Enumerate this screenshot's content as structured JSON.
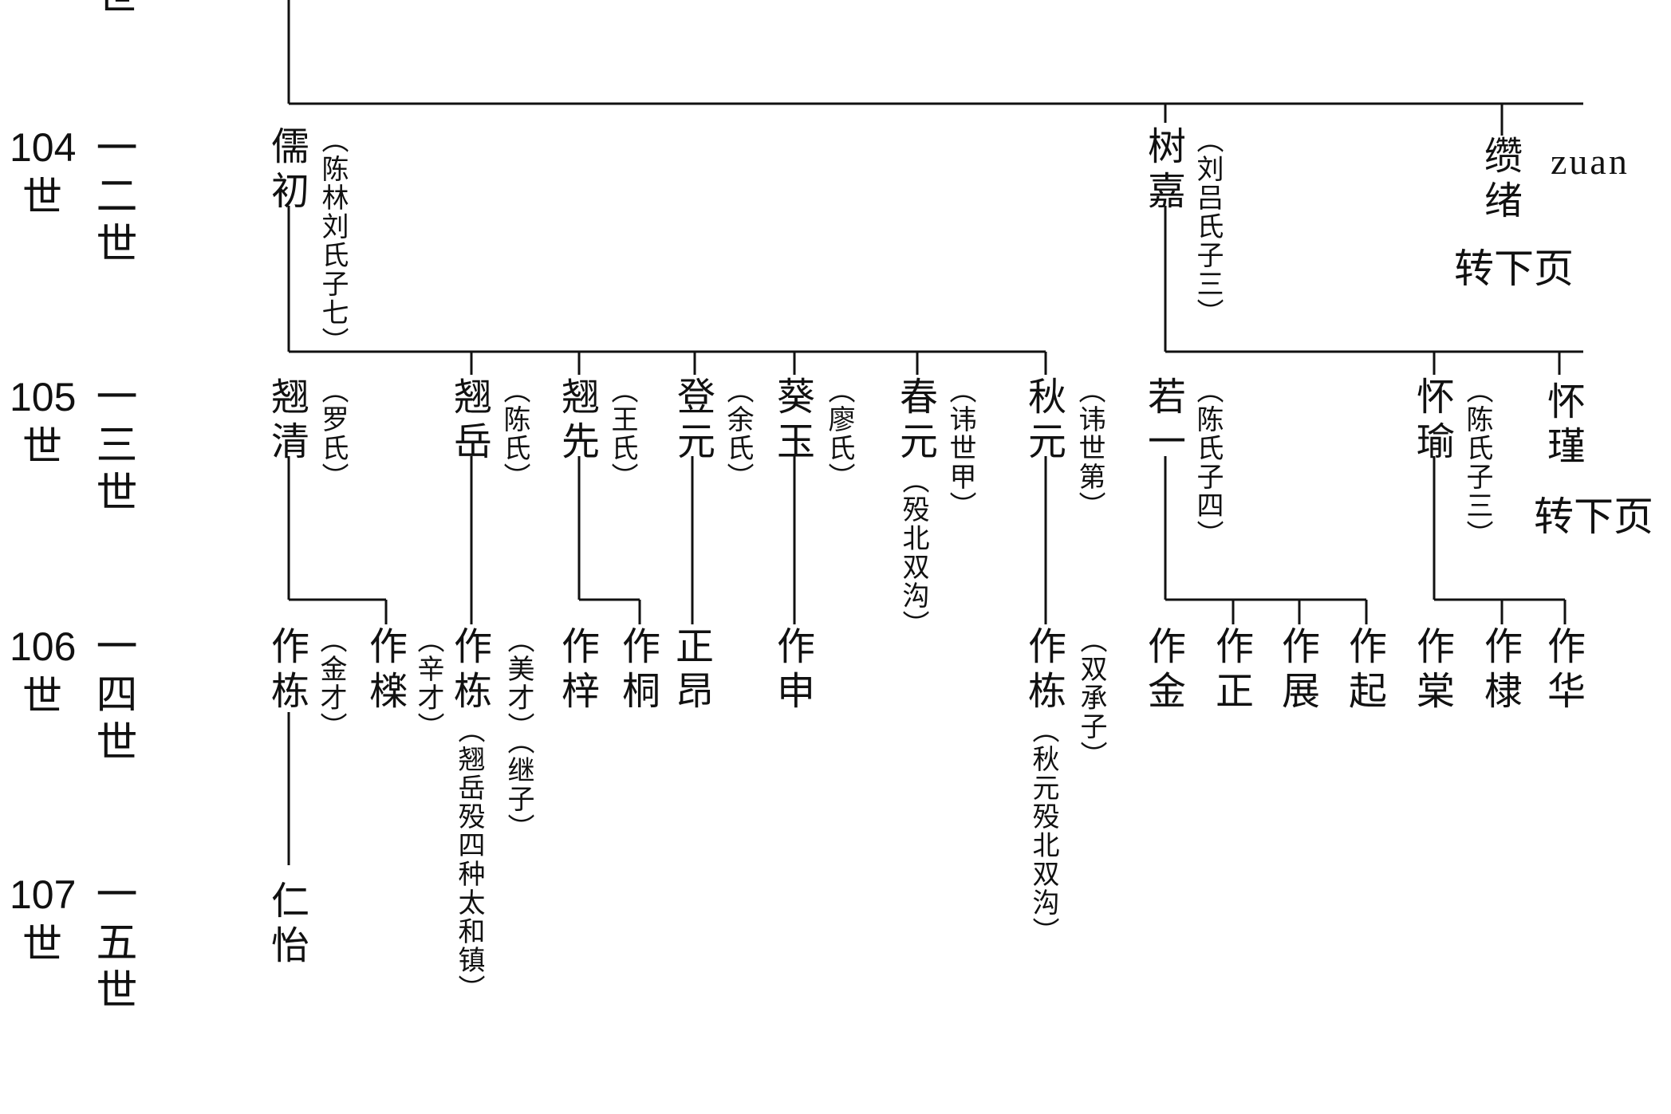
{
  "top_cut": {
    "gen_suffix": "世",
    "note_frag": "）"
  },
  "generations": [
    {
      "num": "104",
      "shi": "世",
      "ord": "一二世"
    },
    {
      "num": "105",
      "shi": "世",
      "ord": "一三世"
    },
    {
      "num": "106",
      "shi": "世",
      "ord": "一四世"
    },
    {
      "num": "107",
      "shi": "世",
      "ord": "一五世"
    }
  ],
  "gen104": {
    "ruchu": {
      "name": "儒初",
      "note": "（陈林刘氏子七）"
    },
    "shujia": {
      "name": "树嘉",
      "note": "（刘吕氏子三）"
    },
    "zuanxu": {
      "name": "缵绪",
      "pinyin": "zuan",
      "cont": "转下页"
    }
  },
  "gen105": {
    "qiqing": {
      "name": "翘清",
      "note": "（罗氏）"
    },
    "qiyue": {
      "name": "翘岳",
      "note": "（陈氏）"
    },
    "qixian": {
      "name": "翘先",
      "note": "（王氏）"
    },
    "dengyuan": {
      "name": "登元",
      "note": "（余氏）"
    },
    "kuiyu": {
      "name": "葵玉",
      "note": "（廖氏）"
    },
    "chunyuan": {
      "name": "春元",
      "note": "（殁北双沟）",
      "note2": "（讳世甲）"
    },
    "qiuyuan": {
      "name": "秋元",
      "note": "（讳世第）"
    },
    "ruoyi": {
      "name": "若一",
      "note": "（陈氏子四）"
    },
    "huaiyu": {
      "name": "怀瑜",
      "note": "（陈氏子三）"
    },
    "huaijin": {
      "name": "怀瑾",
      "cont": "转下页"
    }
  },
  "gen106": {
    "zuodong1": {
      "name": "作栋",
      "note": "（金才）"
    },
    "zuoli": {
      "name": "作檪"
    },
    "xincai_note": "（辛才）",
    "zuodong2": {
      "name": "作栋",
      "note": "（翘岳殁四种太和镇）"
    },
    "meicai_note": "（美才）（继子）",
    "zuozi": {
      "name": "作梓"
    },
    "zuotong": {
      "name": "作桐"
    },
    "zhengang": {
      "name": "正昂"
    },
    "zuoshen": {
      "name": "作申"
    },
    "zuodong3": {
      "name": "作栋",
      "note": "（秋元殁北双沟）"
    },
    "shuangcheng_note": "（双承子）",
    "zuojin": {
      "name": "作金"
    },
    "zuozheng": {
      "name": "作正"
    },
    "zuozhan": {
      "name": "作展"
    },
    "zuoqi": {
      "name": "作起"
    },
    "zuotang": {
      "name": "作棠"
    },
    "zuodi": {
      "name": "作棣"
    },
    "zuohua": {
      "name": "作华"
    }
  },
  "gen107": {
    "renyi": {
      "name": "仁怡"
    }
  }
}
